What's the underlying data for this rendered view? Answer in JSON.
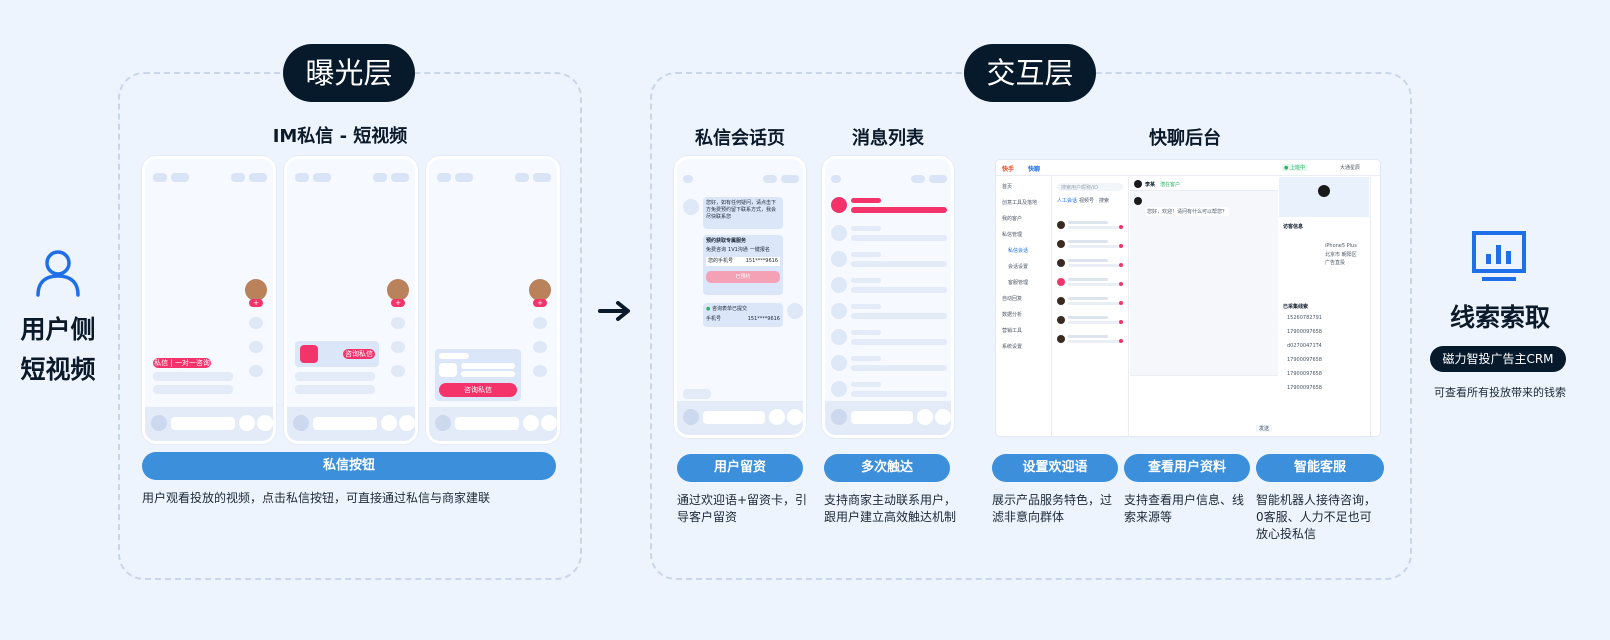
{
  "left": {
    "user_label_1": "用户侧",
    "user_label_2": "短视频"
  },
  "exposure": {
    "title": "曝光层",
    "column_title": "IM私信 - 短视频",
    "phone1_tag": "私信 | 一对一咨询 >",
    "phone2_tag": "咨询私信",
    "phone3_btn": "咨询私信",
    "button": "私信按钮",
    "description": "用户观看投放的视频，点击私信按钮，可直接通过私信与商家建联"
  },
  "interaction": {
    "title": "交互层",
    "columns": [
      {
        "title": "私信会话页",
        "button": "用户留资",
        "description": "通过欢迎语+留资卡，引导客户留资"
      },
      {
        "title": "消息列表",
        "button": "多次触达",
        "description": "支持商家主动联系用户，跟用户建立高效触达机制"
      },
      {
        "title": "快聊后台",
        "buttons": [
          "设置欢迎语",
          "查看用户资料",
          "智能客服"
        ],
        "descriptions": [
          "展示产品服务特色，过滤非意向群体",
          "支持查看用户信息、线索来源等",
          "智能机器人接待咨询，0客服、人力不足也可放心投私信"
        ]
      }
    ],
    "chat_page": {
      "greeting": "您好，如有任何疑问，请点击下方免费预约留下联系方式，我会尽快联系您",
      "card_title": "预约获取专属服务",
      "options": [
        "免费咨询",
        "1V1沟通",
        "一键报名"
      ],
      "phone_label": "您的手机号",
      "phone_value": "151****9616",
      "submit": "已预约",
      "submitted_title": "咨询表单已提交",
      "submitted_label": "手机号",
      "submitted_value": "151****9616"
    },
    "dashboard": {
      "brand1": "快手",
      "brand2": "快聊",
      "status": "● 上班中",
      "user": "大通星辰",
      "search": "搜索用户昵称/ID",
      "tabs": [
        "人工会话",
        "视频号",
        "搜索"
      ],
      "contact_name": "李某",
      "contact_tag": "潜在客户",
      "greeting_msg": "您好，欢迎！请问有什么可以帮您？",
      "sidebar": [
        "首页",
        "创意工具及落地",
        "我的客户",
        "私信管理",
        "私信会话",
        "会话设置",
        "客服管理",
        "自动回复",
        "数据分析",
        "营销工具",
        "系统设置"
      ],
      "profile_title": "访客信息",
      "profile_rows": [
        "iPhone5 Plus",
        "北京市 朝阳区",
        "广告直投"
      ],
      "clue_title": "已采集线索",
      "clues": [
        "15260782791",
        "17900097658",
        "d02700471T4",
        "17900097658",
        "17900097658",
        "17900097658"
      ],
      "send": "发送"
    }
  },
  "crm": {
    "title": "线索索取",
    "pill": "磁力智投广告主CRM",
    "description": "可查看所有投放带来的钱索"
  },
  "colors": {
    "background": "#eef4fd",
    "dark": "#071a2c",
    "button_blue": "#3b8fdb",
    "pink": "#f3336a",
    "icon_blue": "#1e6fe8"
  }
}
